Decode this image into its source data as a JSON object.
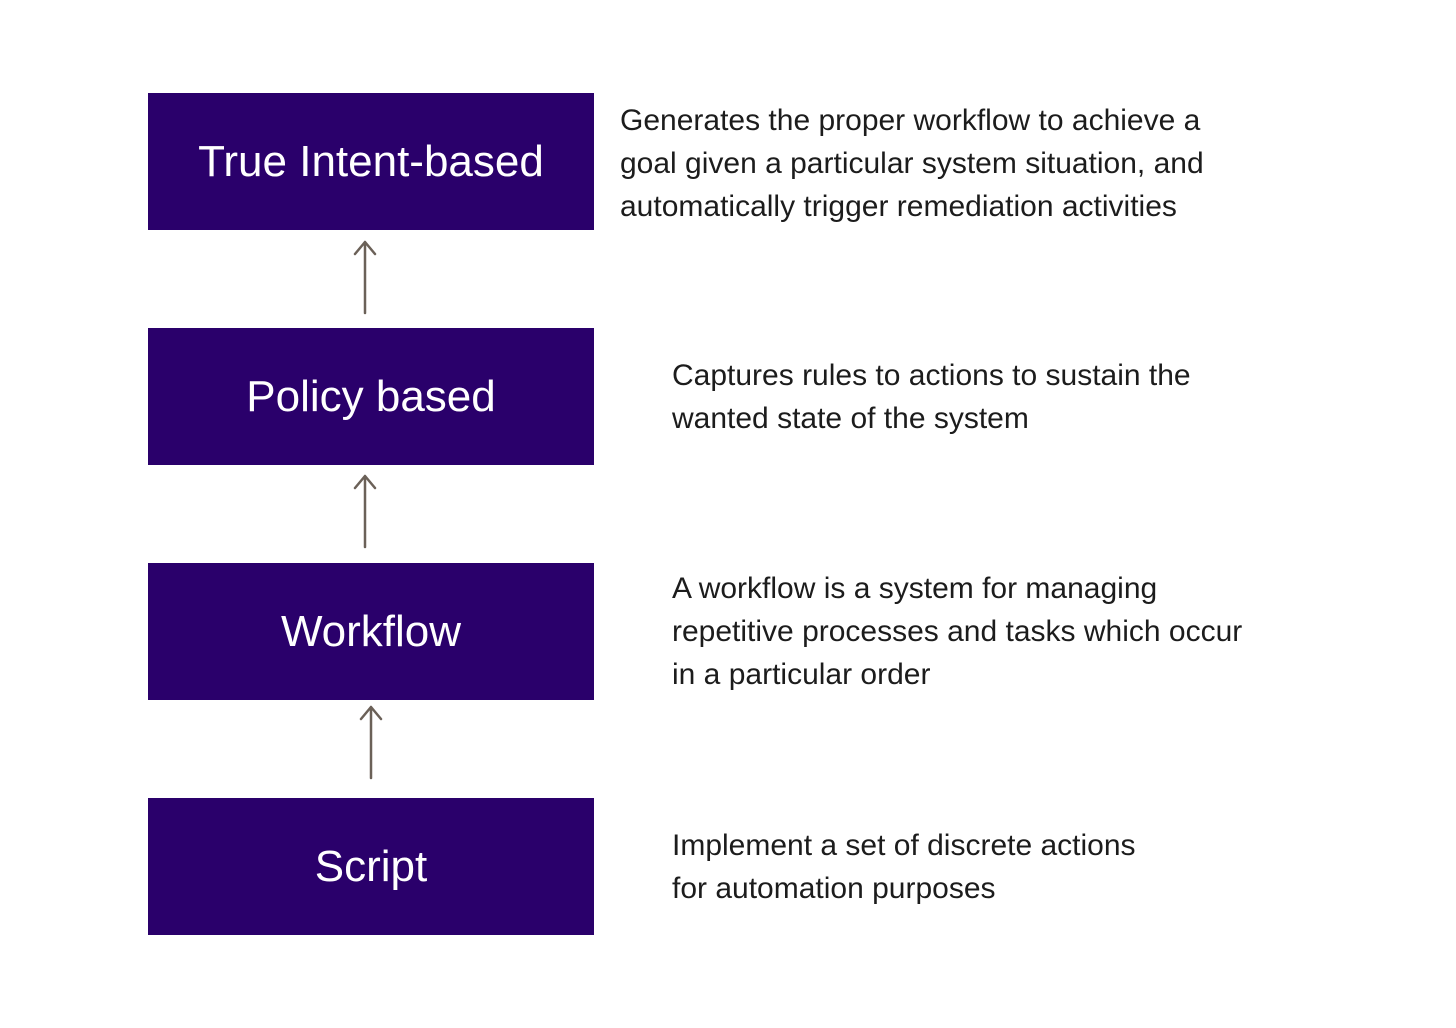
{
  "colors": {
    "box_fill": "#2a006b",
    "box_text": "#ffffff",
    "desc_text": "#1c1c1c",
    "arrow": "#6b6158"
  },
  "levels": [
    {
      "label": "True Intent-based",
      "description_lines": [
        "Generates the proper workflow to achieve a",
        "goal given a particular system situation, and",
        "automatically trigger remediation activities"
      ]
    },
    {
      "label": "Policy based",
      "description_lines": [
        "Captures rules to actions to sustain the",
        "wanted state of the system"
      ]
    },
    {
      "label": "Workflow",
      "description_lines": [
        "A workflow is a system for managing",
        "repetitive processes and tasks which occur",
        "in a particular order"
      ]
    },
    {
      "label": "Script",
      "description_lines": [
        "Implement a set of discrete actions",
        "for automation purposes"
      ]
    }
  ],
  "arrows": [
    {
      "from": "Policy based",
      "to": "True Intent-based",
      "direction": "up"
    },
    {
      "from": "Workflow",
      "to": "Policy based",
      "direction": "up"
    },
    {
      "from": "Script",
      "to": "Workflow",
      "direction": "up"
    }
  ]
}
